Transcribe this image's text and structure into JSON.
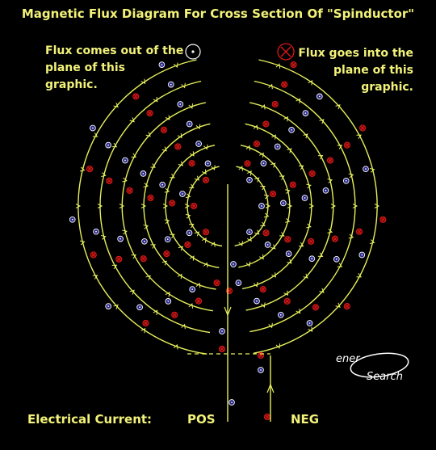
{
  "title": "Magnetic Flux Diagram For Cross Section Of \"Spinductor\"",
  "legend": {
    "out": "Flux comes out of the\nplane of this\ngraphic.",
    "in": "Flux goes into the\nplane of this\ngraphic."
  },
  "current": {
    "label": "Electrical Current:",
    "pos": "POS",
    "neg": "NEG"
  },
  "logo": {
    "text": "enerSearch"
  },
  "colors": {
    "background": "#000000",
    "coil": "#e6f05a",
    "text": "#f2f27a",
    "flux_in": "#e01818",
    "flux_out": "#ffffff",
    "flux_out_fill": "#2a2a8a"
  }
}
